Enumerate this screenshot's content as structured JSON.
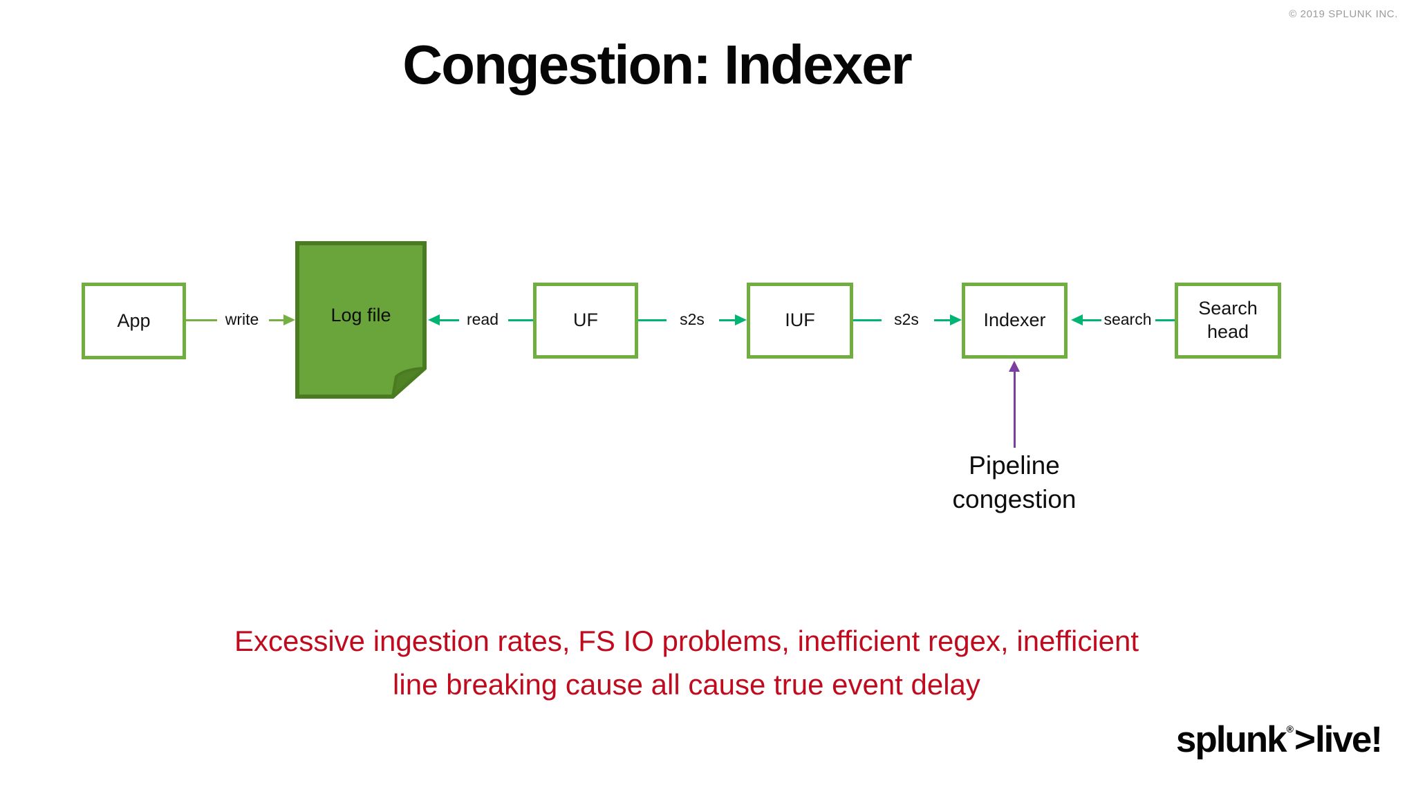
{
  "slide": {
    "copyright": "© 2019 SPLUNK INC.",
    "title": "Congestion: Indexer",
    "note": {
      "lines": [
        "Excessive ingestion rates, FS IO problems, inefficient regex, inefficient",
        "line breaking cause all cause true event delay"
      ],
      "color": "#c00b1e"
    },
    "logo": {
      "brand": "splunk",
      "registered": "®",
      "gt": ">",
      "product": "live!"
    }
  },
  "diagram": {
    "nodes": [
      {
        "id": "app",
        "label": "App",
        "shape": "rectangle"
      },
      {
        "id": "logfile",
        "label": "Log file",
        "shape": "document"
      },
      {
        "id": "uf",
        "label": "UF",
        "shape": "rectangle"
      },
      {
        "id": "iuf",
        "label": "IUF",
        "shape": "rectangle"
      },
      {
        "id": "indexer",
        "label": "Indexer",
        "shape": "rectangle"
      },
      {
        "id": "searchhead",
        "label": "Search head",
        "shape": "rectangle"
      }
    ],
    "edges": [
      {
        "label": "write",
        "from": "App",
        "to": "Log file",
        "direction": "right",
        "color": "#76b043"
      },
      {
        "label": "read",
        "from": "UF",
        "to": "Log file",
        "direction": "left",
        "color": "#00b473"
      },
      {
        "label": "s2s",
        "from": "UF",
        "to": "IUF",
        "direction": "right",
        "color": "#00b473"
      },
      {
        "label": "s2s",
        "from": "IUF",
        "to": "Indexer",
        "direction": "right",
        "color": "#00b473"
      },
      {
        "label": "search",
        "from": "Search head",
        "to": "Indexer",
        "direction": "left",
        "color": "#00b473"
      }
    ],
    "annotation": {
      "label": "Pipeline congestion",
      "target": "Indexer",
      "arrow_color": "#7b3fa2"
    },
    "colors": {
      "box_border": "#6fae3f",
      "logfile_fill": "#69a53b",
      "logfile_border": "#4a7b20",
      "write_connector": "#76b043",
      "data_connector": "#00b473",
      "annotation_purple": "#7b3fa2",
      "note_red": "#c00b1e",
      "copyright_gray": "#9b9b9b"
    }
  }
}
